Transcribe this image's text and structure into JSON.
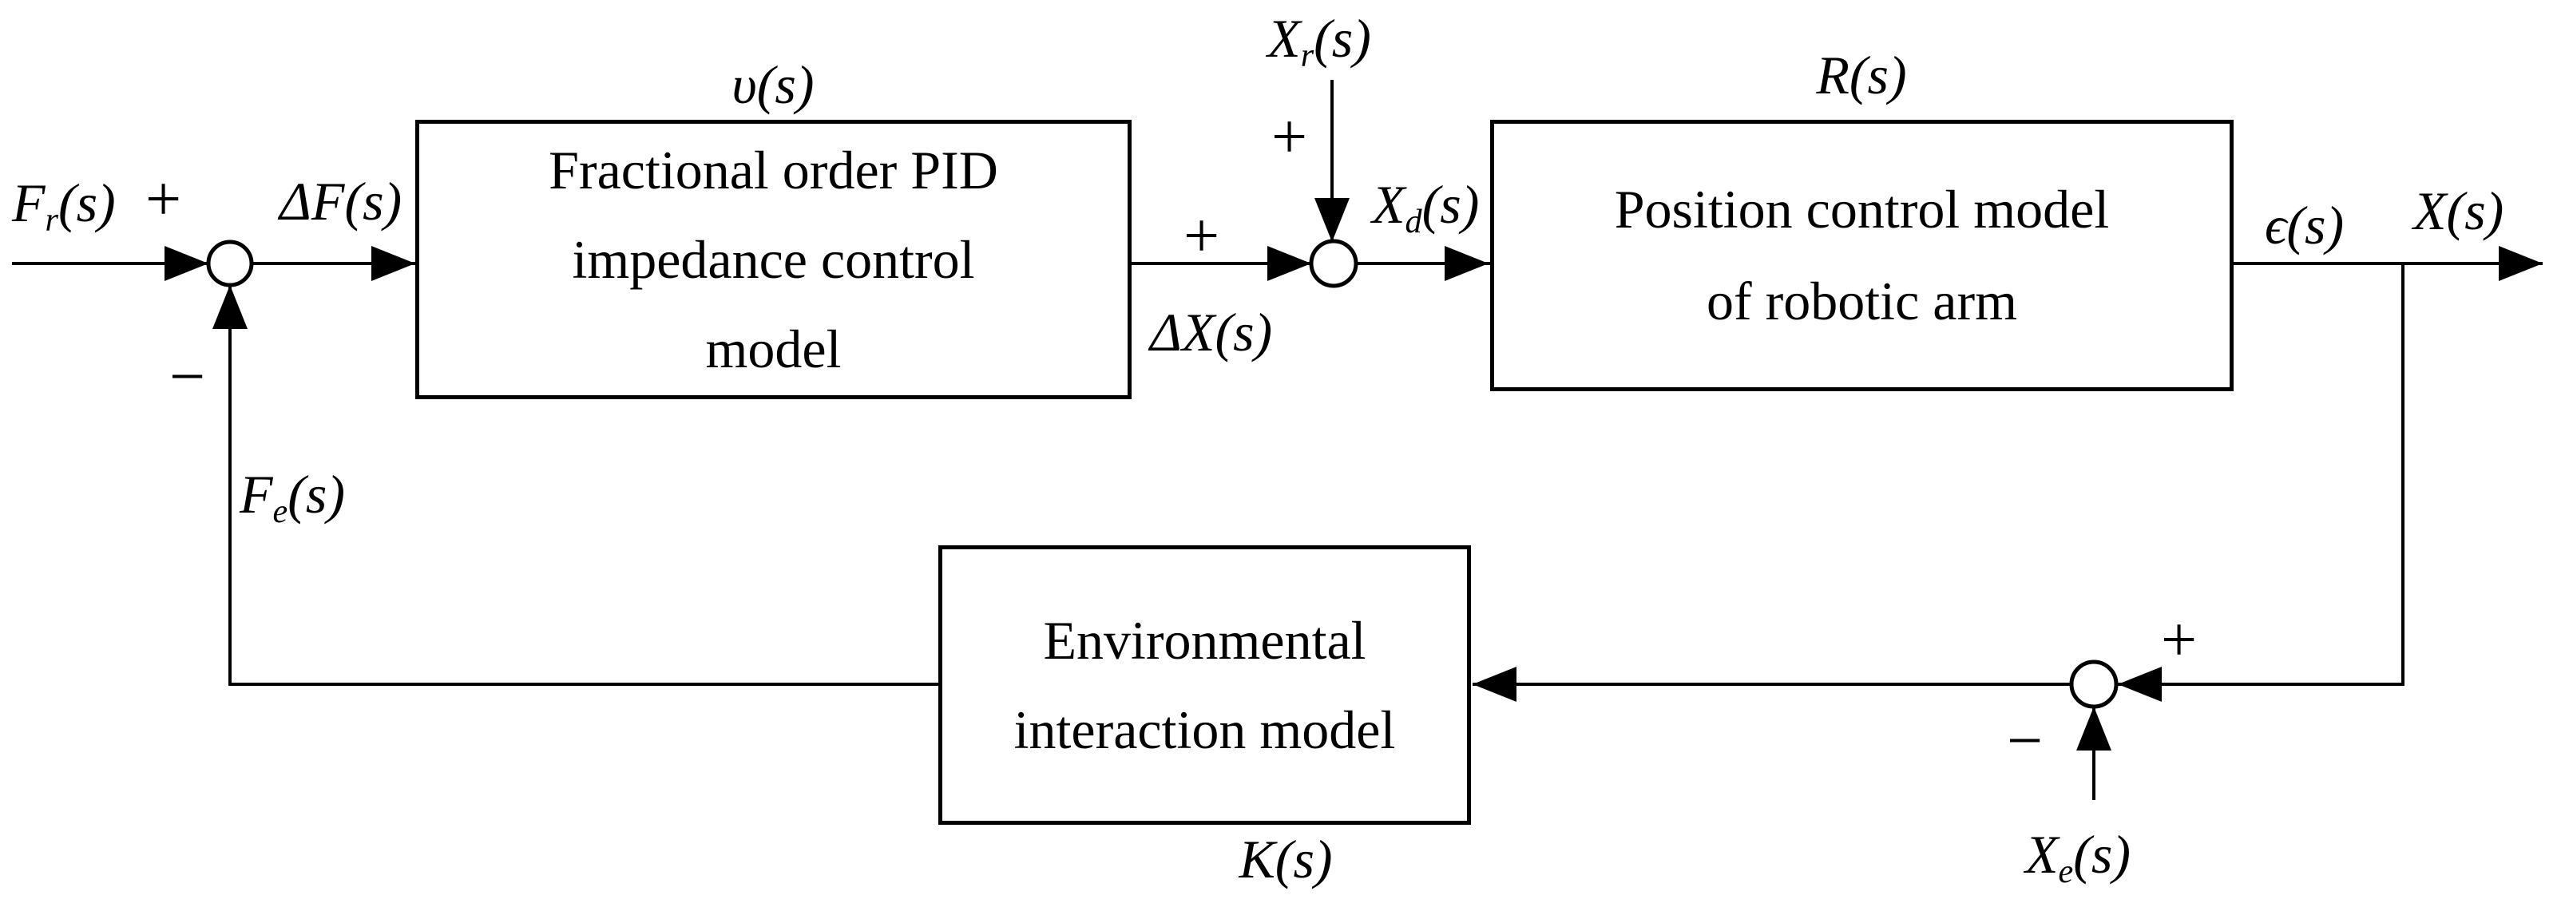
{
  "figure": {
    "background_color": "#ffffff",
    "ink_color": "#000000",
    "type": "control-block-diagram"
  },
  "blocks": {
    "impedance": {
      "transfer": {
        "base": "υ",
        "sub": "",
        "args": "(s)"
      },
      "lines": [
        "Fractional order PID",
        "impedance control",
        "model"
      ]
    },
    "position": {
      "transfer": {
        "base": "R",
        "sub": "",
        "args": "(s)"
      },
      "lines": [
        "Position control model",
        "of robotic arm"
      ]
    },
    "environment": {
      "transfer": {
        "base": "K",
        "sub": "",
        "args": "(s)"
      },
      "lines": [
        "Environmental",
        "interaction model"
      ]
    }
  },
  "signals": {
    "force_ref": {
      "base": "F",
      "sub": "r",
      "args": "(s)"
    },
    "force_error": {
      "base": "ΔF",
      "sub": "",
      "args": "(s)"
    },
    "force_env": {
      "base": "F",
      "sub": "e",
      "args": "(s)"
    },
    "position_ref": {
      "base": "X",
      "sub": "r",
      "args": "(s)"
    },
    "position_delta": {
      "base": "ΔX",
      "sub": "",
      "args": "(s)"
    },
    "position_desired": {
      "base": "X",
      "sub": "d",
      "args": "(s)"
    },
    "epsilon": {
      "base": "ϵ",
      "sub": "",
      "args": "(s)"
    },
    "position_out": {
      "base": "X",
      "sub": "",
      "args": "(s)"
    },
    "position_env": {
      "base": "X",
      "sub": "e",
      "args": "(s)"
    }
  },
  "signs": {
    "force_sum_input": "+",
    "force_sum_feedback": "−",
    "pos_sum_horizontal": "+",
    "pos_sum_vertical": "+",
    "out_sum_feedback": "+",
    "out_sum_env": "−"
  }
}
